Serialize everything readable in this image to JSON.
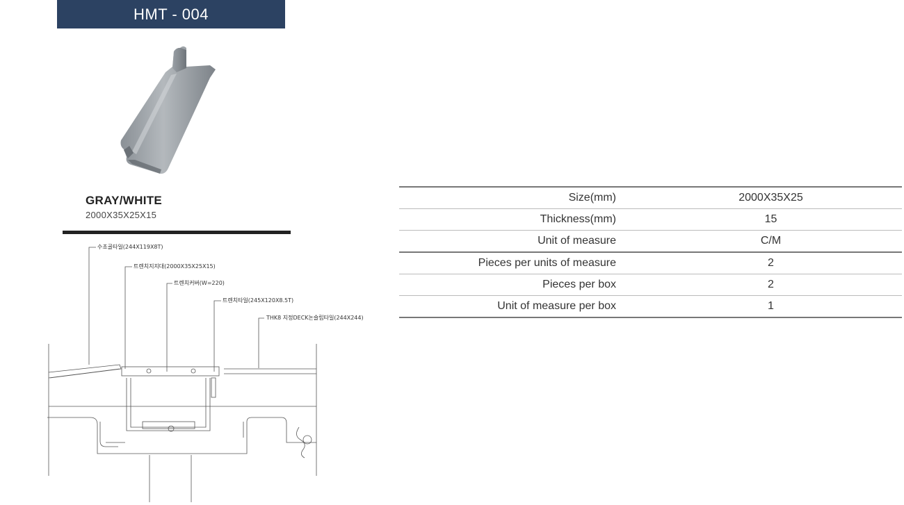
{
  "header": {
    "title": "HMT - 004"
  },
  "product": {
    "color": "GRAY/WHITE",
    "size": "2000X35X25X15"
  },
  "drawing": {
    "labels": [
      "수초골타일(244X119X8T)",
      "트렌치지지대(2000X35X25X15)",
      "트렌치커버(W=220)",
      "트렌치타일(245X120X8.5T)",
      "THK8 지정DECK논슬립타일(244X244)"
    ]
  },
  "spec": {
    "rows": [
      {
        "label": "Size(mm)",
        "value": "2000X35X25"
      },
      {
        "label": "Thickness(mm)",
        "value": "15"
      },
      {
        "label": "Unit of measure",
        "value": "C/M"
      },
      {
        "label": "Pieces per units of measure",
        "value": "2"
      },
      {
        "label": "Pieces per box",
        "value": "2"
      },
      {
        "label": "Unit of measure per box",
        "value": "1"
      }
    ]
  }
}
